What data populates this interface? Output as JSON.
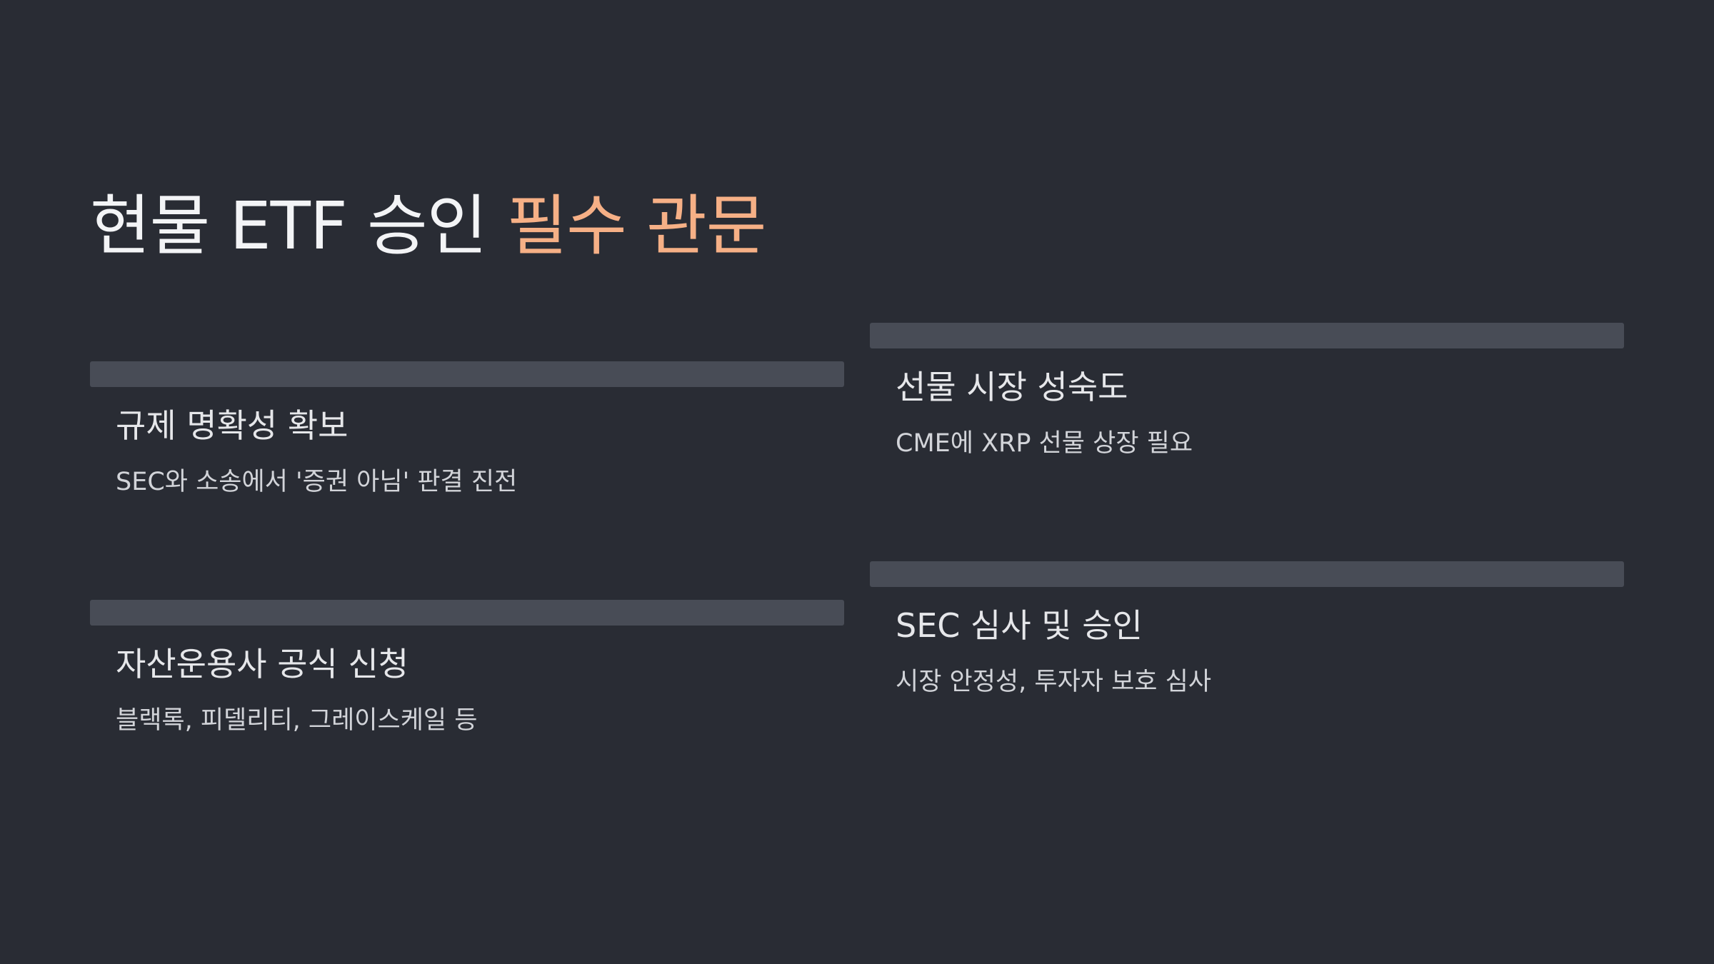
{
  "title": {
    "main": "현물 ETF 승인",
    "accent": "필수 관문"
  },
  "cards": [
    {
      "heading": "규제 명확성 확보",
      "desc": "SEC와 소송에서 '증권 아님' 판결 진전"
    },
    {
      "heading": "선물 시장 성숙도",
      "desc": "CME에 XRP 선물 상장 필요"
    },
    {
      "heading": "자산운용사 공식 신청",
      "desc": "블랙록, 피델리티, 그레이스케일 등"
    },
    {
      "heading": "SEC 심사 및 승인",
      "desc": "시장 안정성, 투자자 보호 심사"
    }
  ],
  "colors": {
    "background": "#292c34",
    "accent": "#f6b086",
    "bar": "#484c56"
  }
}
